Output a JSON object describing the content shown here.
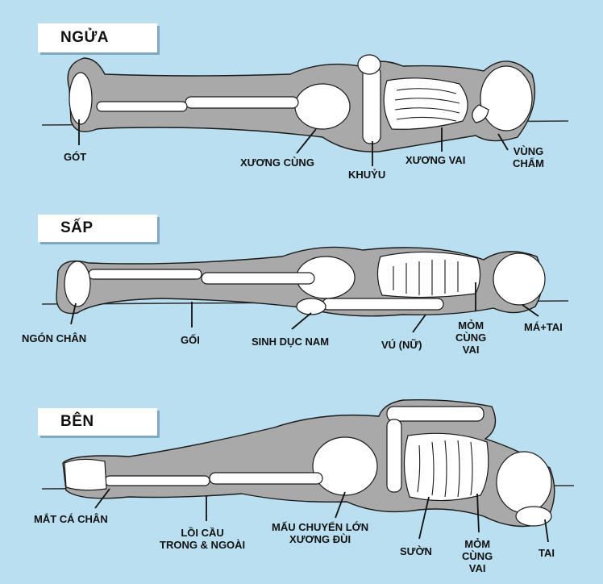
{
  "panels": [
    {
      "title": "NGỬA",
      "labels": {
        "heel": "GÓT",
        "sacrum": "XƯƠNG CÙNG",
        "elbow": "KHUỶU",
        "scapula": "XƯƠNG VAI",
        "occipital": [
          "VÙNG",
          "CHẨM"
        ]
      }
    },
    {
      "title": "SẤP",
      "labels": {
        "toes": "NGÓN CHÂN",
        "knee": "GỐI",
        "genitals": "SINH DỤC NAM",
        "breast": "VÚ (NỮ)",
        "acromion": [
          "MỎM",
          "CÙNG",
          "VAI"
        ],
        "cheek_ear": "MÁ+TAI"
      }
    },
    {
      "title": "BÊN",
      "labels": {
        "ankle": "MẮT CÁ CHÂN",
        "condyles": [
          "LỒI CẦU",
          "TRONG & NGOÀI"
        ],
        "trochanter": [
          "MẤU CHUYỂN LỚN",
          "XƯƠNG ĐÙI"
        ],
        "ribs": "SƯỜN",
        "acromion": [
          "MỎM",
          "CÙNG",
          "VAI"
        ],
        "ear": "TAI"
      }
    }
  ],
  "colors": {
    "background": "#b9dff0",
    "body_silhouette": "#a9a9a9",
    "bone": "#ffffff",
    "outline": "#1a1a1a",
    "title_box": "#ffffff"
  }
}
